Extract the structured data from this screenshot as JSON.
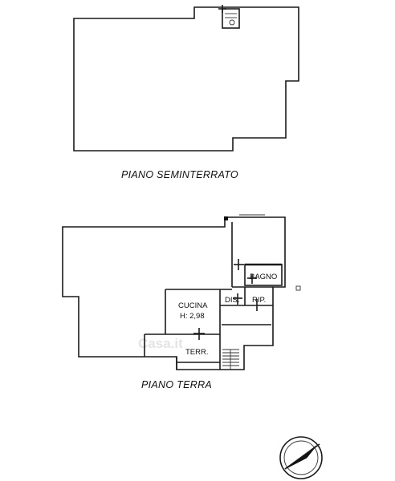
{
  "floors": {
    "basement": {
      "label": "PIANO SEMINTERRATO"
    },
    "ground": {
      "label": "PIANO TERRA"
    }
  },
  "rooms": {
    "bagno": "BAGNO",
    "dis": "DIS.",
    "rip": "RIP.",
    "cucina": "CUCINA",
    "cucina_height": "H: 2,98",
    "terr": "TERR."
  },
  "watermark": "Casa.it",
  "colors": {
    "line": "#1a1a1a",
    "background": "#ffffff"
  },
  "icons": {
    "compass": "north-arrow-compass-icon"
  }
}
